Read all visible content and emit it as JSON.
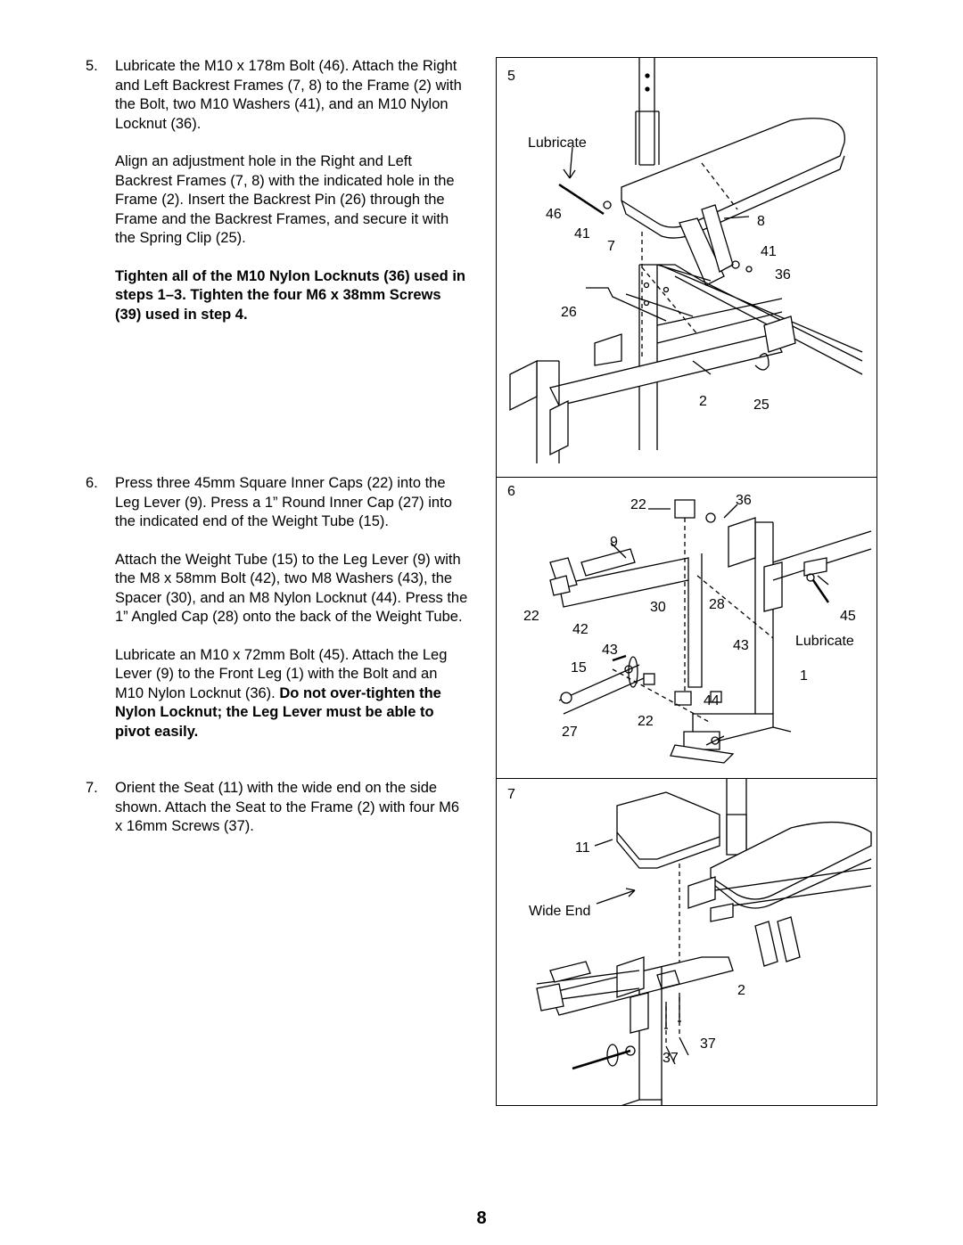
{
  "steps": [
    {
      "number": "5.",
      "para1": "Lubricate the M10 x 178m Bolt (46). Attach the Right and Left Backrest Frames (7, 8) to the Frame (2) with the Bolt, two M10 Washers (41), and an M10 Nylon Locknut (36).",
      "para2": "Align an adjustment hole in the Right and Left Backrest Frames (7, 8) with the indicated hole in the Frame (2). Insert the Backrest Pin (26) through the Frame and the Backrest Frames, and secure it with the Spring Clip (25).",
      "para3_bold": "Tighten all of the M10 Nylon Locknuts (36) used in steps 1–3. Tighten the four M6 x 38mm Screws (39) used in step 4."
    },
    {
      "number": "6.",
      "para1": "Press three 45mm Square Inner Caps (22) into the Leg Lever (9). Press a 1” Round Inner Cap (27) into the indicated end of the Weight Tube (15).",
      "para2": "Attach the Weight Tube (15) to the Leg Lever (9) with the M8 x 58mm Bolt (42), two M8 Washers (43), the Spacer (30), and an M8 Nylon Locknut (44). Press the 1” Angled Cap (28) onto the back of the Weight Tube.",
      "para3_normal": "Lubricate an M10 x 72mm Bolt (45). Attach the Leg Lever (9) to the Front Leg (1) with the Bolt and an M10 Nylon Locknut (36).",
      "para3_bold": "Do not over-tighten the Nylon Locknut; the Leg Lever must be able to pivot easily."
    },
    {
      "number": "7.",
      "para1": "Orient the Seat (11) with the wide end on the side shown. Attach the Seat to the Frame (2) with four M6 x 16mm Screws (37)."
    }
  ],
  "figures": {
    "fig5": {
      "step_label": "5",
      "callouts": [
        "Lubricate",
        "46",
        "41",
        "7",
        "8",
        "41",
        "36",
        "26",
        "2",
        "25"
      ]
    },
    "fig6": {
      "step_label": "6",
      "callouts": [
        "22",
        "36",
        "9",
        "30",
        "28",
        "22",
        "45",
        "42",
        "Lubricate",
        "43",
        "43",
        "15",
        "1",
        "44",
        "22",
        "27"
      ]
    },
    "fig7": {
      "step_label": "7",
      "callouts": [
        "11",
        "Wide End",
        "2",
        "37",
        "37"
      ]
    }
  },
  "page_number": "8"
}
